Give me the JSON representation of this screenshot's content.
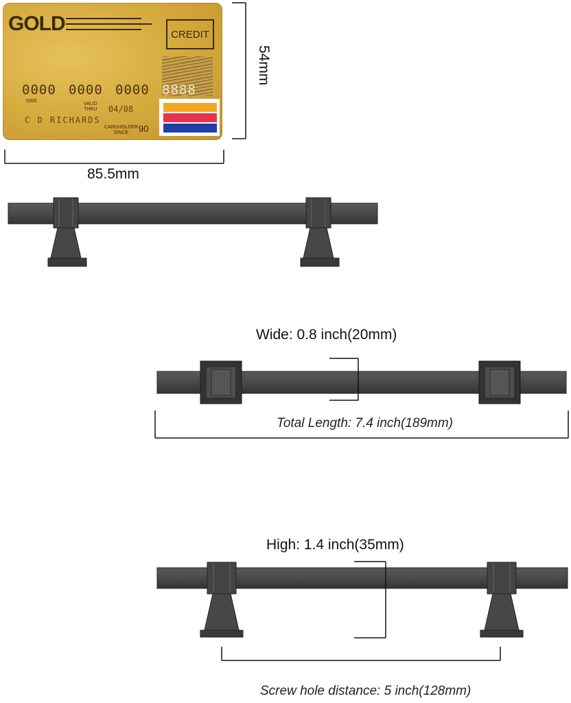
{
  "card": {
    "brand": "GOLD",
    "type": "CREDIT",
    "number_groups": [
      "0000",
      "0000",
      "0000",
      "8888"
    ],
    "small_number": "0000",
    "valid_label": "VALID\nTHRU",
    "valid_date": "04/08",
    "holder_name": "C D RICHARDS",
    "since_label": "CARDHOLDER\nSINCE",
    "since_year": "90",
    "stripe_colors": [
      "#f5a623",
      "#e8334a",
      "#1f3fa8"
    ]
  },
  "dimensions": {
    "card_width": "85.5mm",
    "card_height": "54mm",
    "wide": "Wide: 0.8 inch(20mm)",
    "total_length": "Total Length: 7.4 inch(189mm)",
    "high": "High: 1.4 inch(35mm)",
    "screw_hole_distance": "Screw hole distance: 5 inch(128mm)"
  },
  "colors": {
    "handle": "#4a4a4a",
    "handle_dark": "#2b2b2b",
    "dimension_line": "#111111"
  }
}
